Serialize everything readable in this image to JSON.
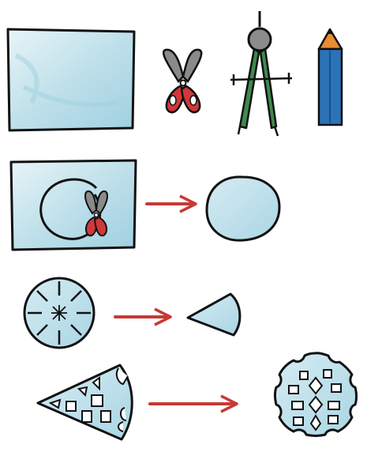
{
  "colors": {
    "outline": "#111111",
    "paper_blue": "#b9dbe6",
    "paper_blue_dark": "#8cc3d6",
    "arrow_red": "#c73a36",
    "scissors_red": "#d0383a",
    "scissors_gray": "#8a8a8a",
    "compass_gray": "#8c8c8c",
    "compass_green": "#3e8a4d",
    "pencil_orange": "#e78d32",
    "pencil_blue": "#2b73b8"
  },
  "steps": [
    {
      "id": "materials",
      "items": [
        "paper-sheet",
        "scissors-icon",
        "compass-icon",
        "pencil-icon"
      ]
    },
    {
      "id": "cut-circle",
      "from": "paper-with-circle",
      "to": "paper-circle"
    },
    {
      "id": "fold-circle",
      "from": "folded-circle",
      "to": "folded-wedge"
    },
    {
      "id": "cut-pattern",
      "from": "patterned-wedge",
      "to": "snowflake"
    }
  ]
}
